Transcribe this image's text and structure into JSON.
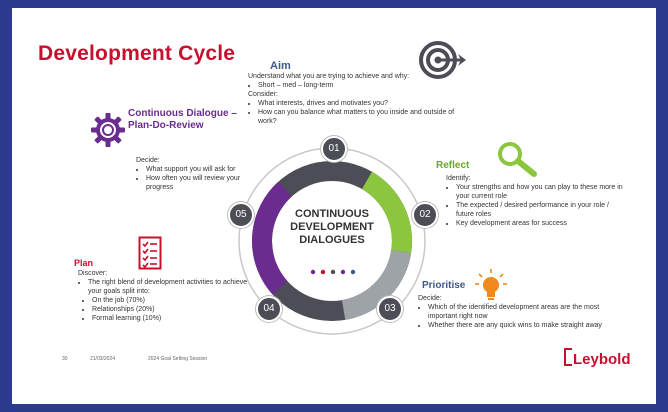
{
  "slide": {
    "title": "Development Cycle",
    "aim": {
      "heading": "Aim",
      "intro": "Understand what you are trying to achieve and why:",
      "bullets1": [
        "Short – med – long-term"
      ],
      "consider": "Consider:",
      "bullets2": [
        "What interests, drives and motivates you?",
        "How can you balance what matters to you inside and outside of work?"
      ]
    },
    "dialogue": {
      "heading": "Continuous Dialogue – Plan-Do-Review",
      "intro": "Decide:",
      "bullets": [
        "What support you will ask for",
        "How often you will review your progress"
      ]
    },
    "reflect": {
      "heading": "Reflect",
      "intro": "Identify:",
      "bullets": [
        "Your strengths and how you can play to these more in your current role",
        "The  expected / desired performance in your role / future roles",
        "Key development areas for success"
      ]
    },
    "plan": {
      "heading": "Plan",
      "intro": "Discover:",
      "bullets": [
        "The right blend of development activities to achieve your goals split into:"
      ],
      "sub": [
        "On the job (70%)",
        "Relationships (20%)",
        "Formal learning (10%)"
      ]
    },
    "prioritise": {
      "heading": "Prioritise",
      "intro": "Decide:",
      "bullets": [
        "Which of the identified development areas are the most important right now",
        "Whether there are any quick wins to make straight away"
      ]
    },
    "center": {
      "line1": "CONTINUOUS",
      "line2": "DEVELOPMENT",
      "line3": "DIALOGUES"
    },
    "numbers": [
      "01",
      "02",
      "03",
      "04",
      "05"
    ],
    "footer": {
      "page": "30",
      "date": "21/03/2024",
      "session": "2024 Goal Setting Session"
    },
    "logo": "Leybold",
    "colors": {
      "brand_red": "#c8102e",
      "heading_purple": "#6a2c8e",
      "heading_blue": "#3b5a8c",
      "green": "#8cc63f",
      "dark": "#4d4d57"
    },
    "icons": [
      "gear-icon",
      "target-icon",
      "magnifier-icon",
      "checklist-icon",
      "lightbulb-icon"
    ]
  }
}
